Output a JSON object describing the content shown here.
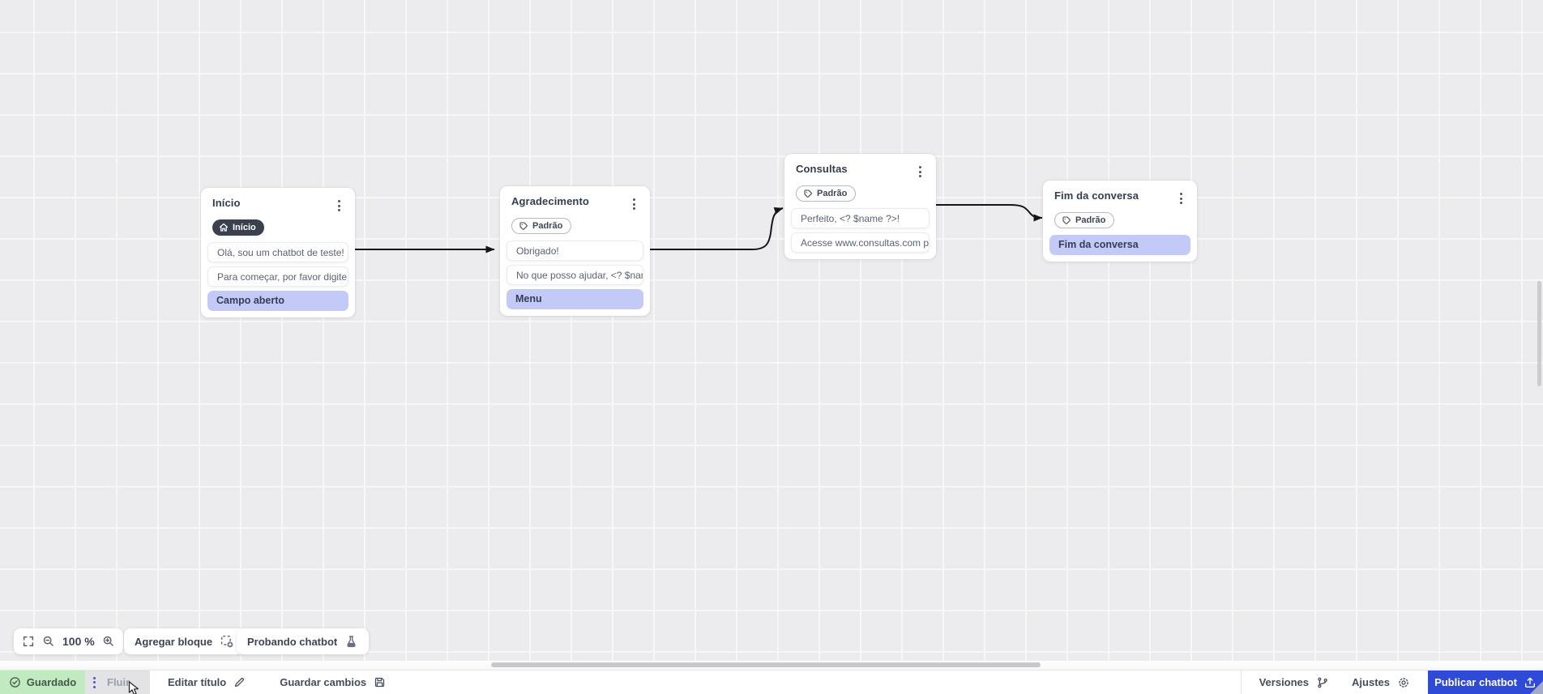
{
  "canvas": {
    "nodes": [
      {
        "title": "Início",
        "badge": "Início",
        "messages": [
          "Olá, sou um chatbot de teste!",
          "Para começar, por favor digite o ..."
        ],
        "action": "Campo aberto"
      },
      {
        "title": "Agradecimento",
        "badge": "Padrão",
        "messages": [
          "Obrigado!",
          "No que posso ajudar, <? $name ..."
        ],
        "action": "Menu"
      },
      {
        "title": "Consultas",
        "badge": "Padrão",
        "messages": [
          "Perfeito, <? $name ?>!",
          "Acesse www.consultas.com par..."
        ]
      },
      {
        "title": "Fim da conversa",
        "badge": "Padrão",
        "action": "Fim da conversa"
      }
    ]
  },
  "toolbar": {
    "zoom_level": "100 %",
    "add_block": "Agregar bloque",
    "test_chatbot": "Probando chatbot"
  },
  "bottom_bar": {
    "saved": "Guardado",
    "flow_tab": "Fluir",
    "edit_title": "Editar título",
    "save_changes": "Guardar cambios",
    "versions": "Versiones",
    "settings": "Ajustes",
    "publish": "Publicar chatbot"
  },
  "colors": {
    "accent_blue": "#2e4ad6",
    "saved_green_bg": "#c2eac0",
    "action_purple": "#c4caf8",
    "badge_dark_bg": "#3b404f",
    "canvas_bg": "#ececee"
  }
}
